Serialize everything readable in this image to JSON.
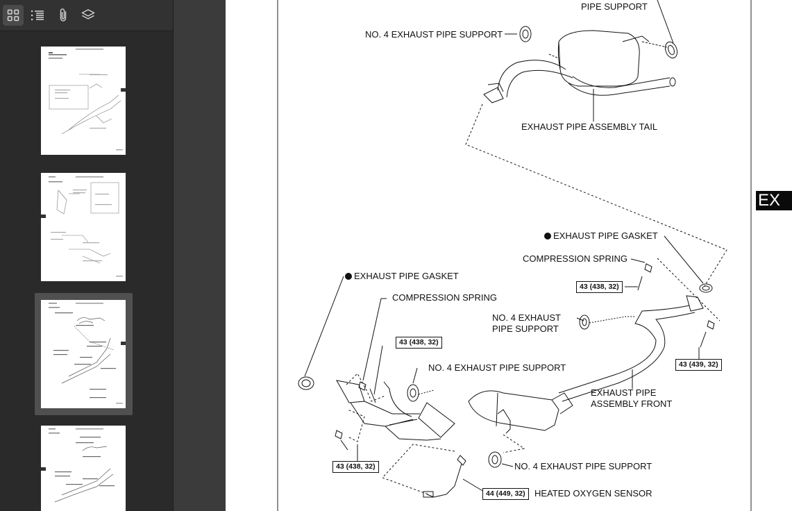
{
  "sidebar": {
    "toolbar": {
      "buttons": [
        {
          "icon": "thumbnails-grid-icon",
          "active": true
        },
        {
          "icon": "outline-list-icon",
          "active": false
        },
        {
          "icon": "paperclip-icon",
          "active": false
        },
        {
          "icon": "layers-icon",
          "active": false
        }
      ]
    },
    "selected_thumbnail": 3
  },
  "document": {
    "side_tab": "EX",
    "labels": {
      "pipe_support_top": "PIPE SUPPORT",
      "no4_support_top": "NO. 4 EXHAUST PIPE SUPPORT",
      "tail_assembly": "EXHAUST PIPE ASSEMBLY TAIL",
      "gasket_right": "EXHAUST PIPE GASKET",
      "spring_right": "COMPRESSION SPRING",
      "gasket_left": "EXHAUST PIPE GASKET",
      "spring_left": "COMPRESSION SPRING",
      "no4_support_mid_line1": "NO. 4 EXHAUST",
      "no4_support_mid_line2": "PIPE SUPPORT",
      "no4_support_center": "NO. 4 EXHAUST PIPE SUPPORT",
      "front_assembly_line1": "EXHAUST PIPE",
      "front_assembly_line2": "ASSEMBLY FRONT",
      "no4_support_bottom": "NO. 4 EXHAUST PIPE SUPPORT",
      "oxygen_sensor": "HEATED OXYGEN SENSOR"
    },
    "torque": {
      "t1": "43 (438, 32)",
      "t2": "43 (438, 32)",
      "t3": "43 (439, 32)",
      "t4": "43 (438, 32)",
      "t5": "44 (449, 32)"
    }
  }
}
